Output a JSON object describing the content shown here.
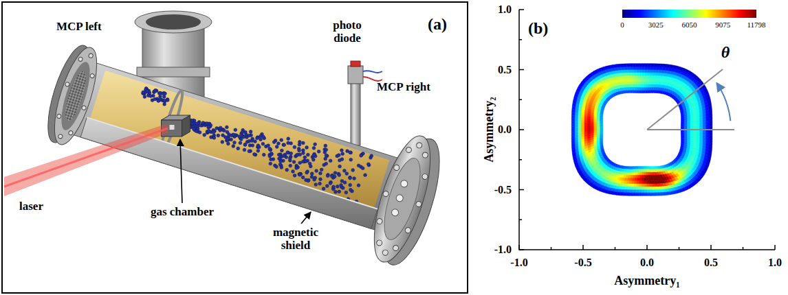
{
  "diagram": {
    "labels": [
      "MCP left",
      "photo diode",
      "(a)",
      "MCP right",
      "laser",
      "gas chamber",
      "magnetic shield",
      "(b)",
      "0",
      "3025",
      "6050",
      "9075",
      "11798",
      "θ",
      "1.0",
      "0.5",
      "0.0",
      "-0.5",
      "-1.0",
      "Asymmetry₂",
      "-1.0",
      "-0.5",
      "0.0",
      "0.5",
      "1.0",
      "Asymmetry₁"
    ]
  }
}
